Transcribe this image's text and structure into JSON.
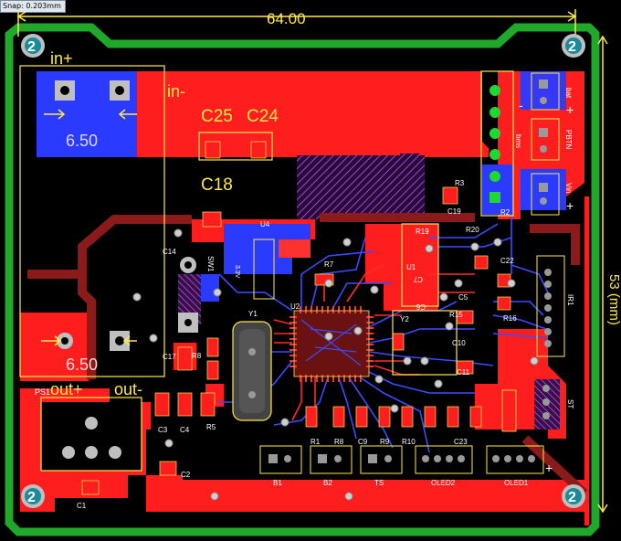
{
  "status": {
    "snap": "Snap: 0.203mm"
  },
  "dimensions": {
    "width": "64.00",
    "height": "53 (mm)"
  },
  "labels": {
    "in_plus": "in+",
    "in_minus": "in-",
    "out_plus": "out+",
    "out_minus": "out-",
    "dim_top": "6.50",
    "dim_bottom": "6.50",
    "mount": "2",
    "ps1": "PS1",
    "c25": "C25",
    "c24": "C24",
    "c18": "C18",
    "c14": "C14",
    "c17": "C17",
    "u4": "U4",
    "sw1": "SW1",
    "u2": "U2",
    "y1": "Y1",
    "y2": "Y2",
    "r7": "R7",
    "r8": "R8",
    "r5": "R5",
    "c3": "C3",
    "c4": "C4",
    "c2": "C2",
    "c1": "C1",
    "r1": "R1",
    "r9": "R9",
    "r10": "R10",
    "c9": "C9",
    "c23": "C23",
    "c19": "C19",
    "r19": "R19",
    "r20": "R20",
    "r2": "R2",
    "r3": "R3",
    "c22": "C22",
    "c7": "C7",
    "c6": "C6",
    "c5": "C5",
    "r15": "R15",
    "r16": "R16",
    "c10": "C10",
    "c11": "C11",
    "u1": "U1",
    "b1": "B1",
    "b2": "B2",
    "ts": "TS",
    "oled2": "OLED2",
    "oled1": "OLED1",
    "ir1": "IR1",
    "bat": "bat",
    "pbtn": "PBTN",
    "vin": "Vin",
    "bms": "bms",
    "st": "ST",
    "plus": "+",
    "minus": "-",
    "u4_part": "3.3V"
  },
  "colors": {
    "board_outline": "#1fa82a",
    "top_copper": "#ff1e1e",
    "bottom_copper": "#2a3bff",
    "silkscreen": "#ffe94a",
    "pad_grey": "#a8a8a8",
    "hatch": "#8a3ab8",
    "trace_dark": "#8b1a1a"
  }
}
